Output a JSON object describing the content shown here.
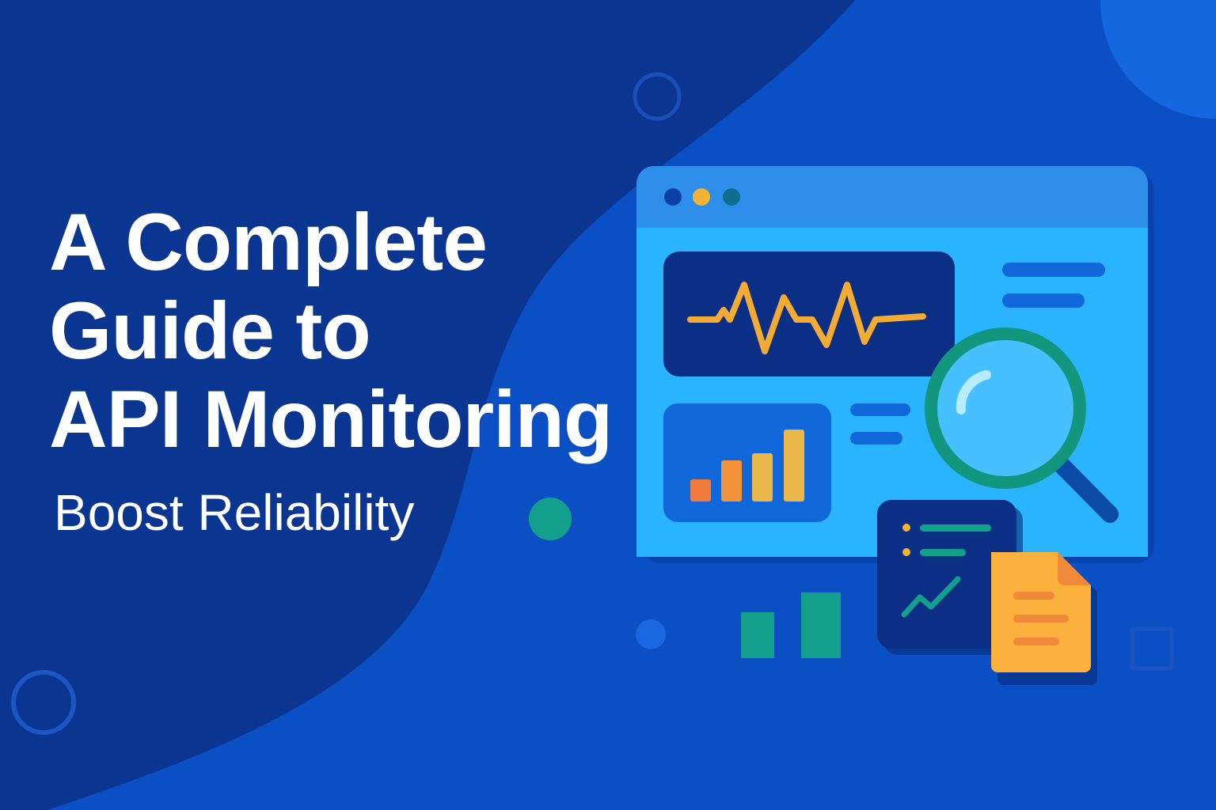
{
  "hero": {
    "title_lines": [
      "A Complete",
      "Guide to",
      "API Monitoring"
    ],
    "subtitle": "Boost Reliability"
  },
  "colors": {
    "background_dark": "#0a3591",
    "background_mid": "#0b4fc4",
    "window_frame": "#2e8fea",
    "window_body": "#2ab4ff",
    "panel_dark": "#0c2f86",
    "panel_blue": "#1068da",
    "pulse_line": "#f4ab33",
    "teal": "#12a08c",
    "bar_orange": "#f07b3a",
    "bar_amber": "#f3a43a",
    "bar_gold": "#e9b74a",
    "document": "#fbb13c",
    "document_fold": "#f08a3a",
    "magnifier_ring": "#13967e",
    "magnifier_lens": "#46c0ff",
    "dot_blue": "#0a3fa6",
    "dot_yellow": "#f2b233",
    "dot_teal": "#0e6f8f"
  },
  "icons": {
    "pulse": "heartbeat-line-icon",
    "bars": "bar-chart-icon",
    "search": "magnifier-icon",
    "report": "document-icon",
    "trend": "trend-up-icon"
  }
}
